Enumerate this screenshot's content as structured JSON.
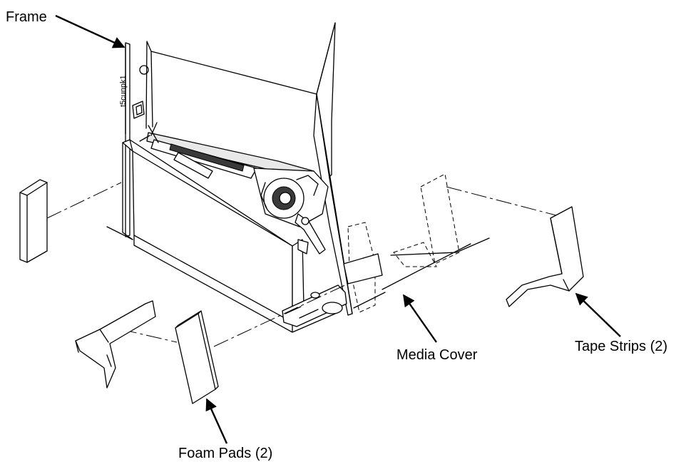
{
  "labels": {
    "frame": "Frame",
    "media_cover": "Media Cover",
    "tape_strips": "Tape Strips (2)",
    "foam_pads": "Foam Pads (2)",
    "figure_code": "t5cunpk1"
  },
  "colors": {
    "line": "#000000",
    "background": "#ffffff",
    "shade": "#e8e8e8",
    "dark": "#3a3a3a"
  }
}
